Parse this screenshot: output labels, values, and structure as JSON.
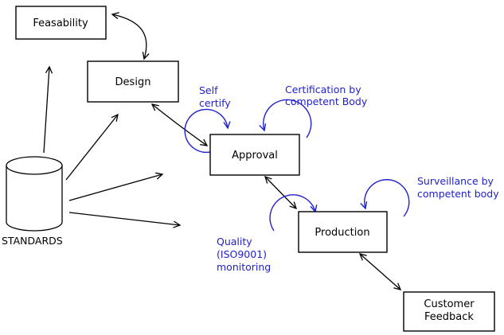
{
  "nodes": {
    "feasability": {
      "label": "Feasability"
    },
    "design": {
      "label": "Design"
    },
    "approval": {
      "label": "Approval"
    },
    "production": {
      "label": "Production"
    },
    "customer_feedback": {
      "line1": "Customer",
      "line2": "Feedback"
    },
    "standards": {
      "label": "STANDARDS"
    }
  },
  "annotations": {
    "self_certify": {
      "line1": "Self",
      "line2": "certify"
    },
    "certification": {
      "line1": "Certification by",
      "line2": "competent Body"
    },
    "surveillance": {
      "line1": "Surveillance by",
      "line2": "competent body"
    },
    "quality": {
      "line1": "Quality",
      "line2": "(ISO9001)",
      "line3": "monitoring"
    }
  },
  "colors": {
    "annotation": "#2222cc",
    "line": "#000000",
    "background": "#ffffff"
  }
}
